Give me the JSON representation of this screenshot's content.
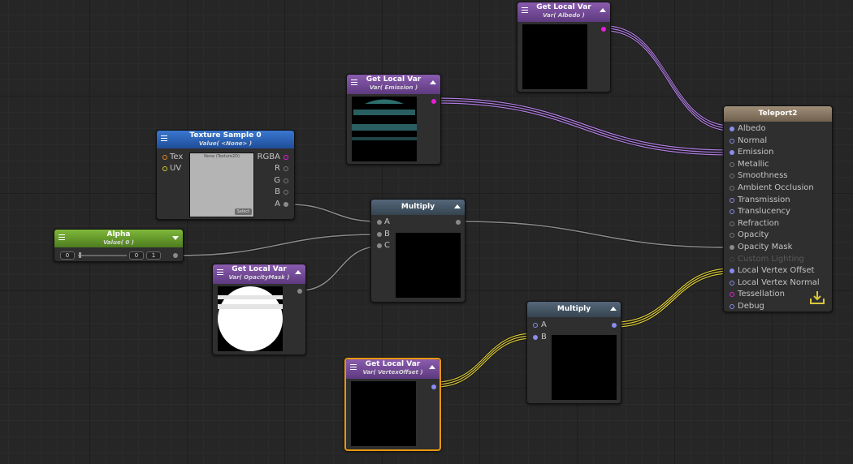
{
  "colors": {
    "purple_wire": "#b07de0",
    "magenta_port": "#e41fd6",
    "yellow_wire": "#d8c83a",
    "gray_wire": "#8a8a8a",
    "blue_port": "#8a8cf0",
    "selection": "#e8960f"
  },
  "nodes": {
    "var_albedo": {
      "title": "Get Local Var",
      "subtitle": "Var( Albedo )"
    },
    "var_emission": {
      "title": "Get Local Var",
      "subtitle": "Var( Emission )"
    },
    "texture_sample": {
      "title": "Texture Sample 0",
      "subtitle": "Value( <None> )",
      "inputs": [
        "Tex",
        "UV"
      ],
      "outputs": [
        "RGBA",
        "R",
        "G",
        "B",
        "A"
      ],
      "slot_text": "None (Texture2D)",
      "select_label": "Select"
    },
    "alpha": {
      "title": "Alpha",
      "subtitle": "Value( 0 )",
      "min": "0",
      "value": "0",
      "max": "1"
    },
    "multiply_1": {
      "title": "Multiply",
      "inputs": [
        "A",
        "B",
        "C"
      ]
    },
    "var_opacity": {
      "title": "Get Local Var",
      "subtitle": "Var( OpacityMask )"
    },
    "var_vertex": {
      "title": "Get Local Var",
      "subtitle": "Var( VertexOffset )"
    },
    "multiply_2": {
      "title": "Multiply",
      "inputs": [
        "A",
        "B"
      ]
    },
    "teleport": {
      "title": "Teleport2",
      "inputs": [
        "Albedo",
        "Normal",
        "Emission",
        "Metallic",
        "Smoothness",
        "Ambient Occlusion",
        "Transmission",
        "Translucency",
        "Refraction",
        "Opacity",
        "Opacity Mask",
        "Custom Lighting",
        "Local Vertex Offset",
        "Local Vertex Normal",
        "Tessellation",
        "Debug"
      ]
    }
  }
}
